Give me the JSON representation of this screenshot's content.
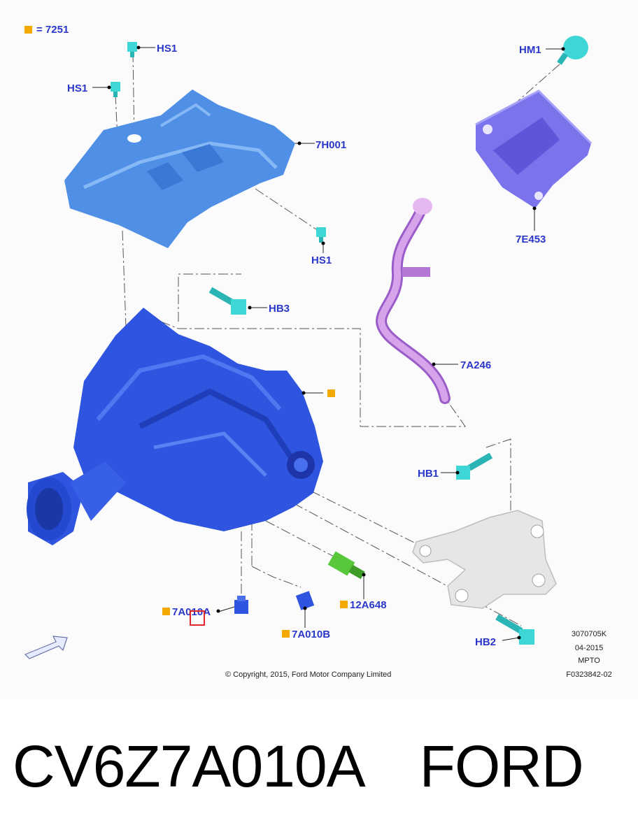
{
  "legend": {
    "marker_color": "#f5a800",
    "text": "= 7251"
  },
  "labels": {
    "hs1_a": "HS1",
    "hs1_b": "HS1",
    "hs1_c": "HS1",
    "h7h001": "7H001",
    "hm1": "HM1",
    "e7e453": "7E453",
    "hb3": "HB3",
    "a7a246": "7A246",
    "hb1": "HB1",
    "a7a010a": "7A010A",
    "a7a010b": "7A010B",
    "a12a648": "12A648",
    "hb2": "HB2"
  },
  "ref_block": [
    "3070705K",
    "04-2015",
    "MPTO",
    "F0323842-02"
  ],
  "copyright": "© Copyright, 2015, Ford Motor Company Limited",
  "caption": {
    "part_number": "CV6Z7A010A",
    "brand": "FORD"
  },
  "colors": {
    "label_blue": "#2a37c8",
    "heat_shield": "#4f8fe6",
    "housing": "#2f55e0",
    "module": "#7a73ec",
    "tube": "#c98de0",
    "fastener": "#3fd6d6",
    "sensor": "#58c83a",
    "bracket": "#e6e6e6",
    "highlight": "#e0282c"
  }
}
